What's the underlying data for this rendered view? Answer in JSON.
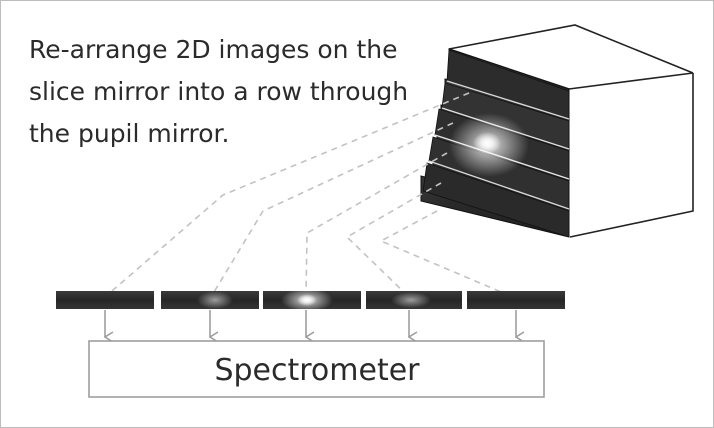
{
  "caption": {
    "line1": "Re-arrange 2D images on the",
    "line2": "slice mirror into a row through",
    "line3": "the pupil mirror."
  },
  "spectrometer": {
    "label": "Spectrometer"
  },
  "colors": {
    "frame_border": "#bdbdbd",
    "line": "#9e9e9e",
    "dashed_line": "#c2c2c2",
    "text": "#2b2b2b",
    "strip_dark": "#2e2e2e",
    "glow": "#ffffff"
  },
  "icons": {
    "arrow": "arrow-down-icon",
    "cube": "image-slicer-cube"
  }
}
